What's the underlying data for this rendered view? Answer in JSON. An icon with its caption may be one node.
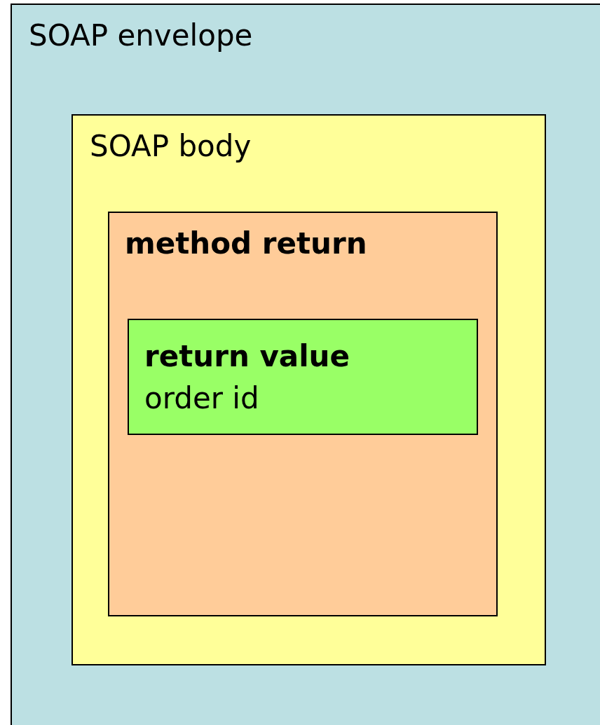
{
  "diagram": {
    "nodes": [
      {
        "text": [
          "SOAP envelope"
        ]
      },
      {
        "text": [
          "SOAP body"
        ],
        "in": 0
      },
      {
        "text": [
          "method return"
        ],
        "in": 1
      },
      {
        "text": [
          "return value",
          "order id"
        ],
        "in": 2
      }
    ]
  }
}
